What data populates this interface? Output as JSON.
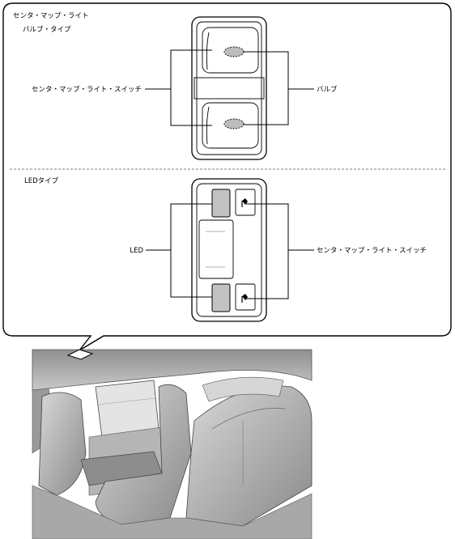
{
  "callout": {
    "bulb_type": {
      "title_line1": "センタ・マップ・ライト",
      "title_line2": "バルブ・タイプ",
      "switch_label": "センタ・マップ・ライト・スイッチ",
      "bulb_label": "バルブ"
    },
    "led_type": {
      "title": "LEDタイプ",
      "led_label": "LED",
      "switch_label": "センタ・マップ・ライト・スイッチ"
    }
  },
  "icons": {
    "switch_glyph": "hand-press-icon"
  }
}
